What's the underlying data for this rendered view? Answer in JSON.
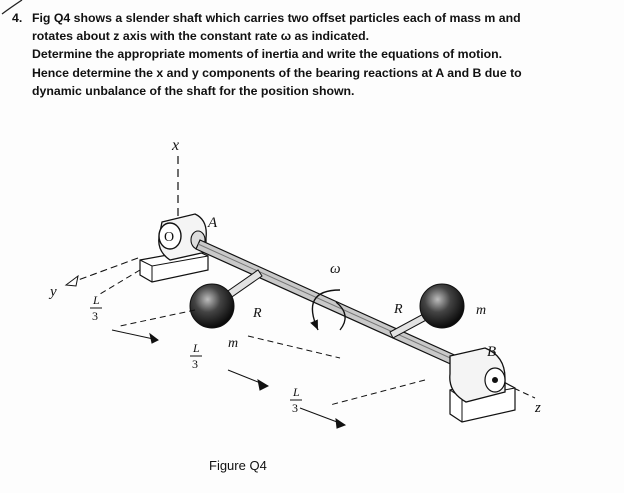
{
  "question": {
    "number": "4.",
    "lines": [
      "Fig Q4 shows a slender shaft which carries two offset particles each of mass m and",
      "rotates about z axis with the constant rate ω as indicated.",
      "Determine the appropriate moments of inertia and write the equations of motion.",
      "Hence determine the x and y components of the bearing reactions at A and B due to",
      "dynamic unbalance of the shaft for the position shown."
    ]
  },
  "figure": {
    "caption": "Figure Q4",
    "labels": {
      "x_axis": "x",
      "y_axis": "y",
      "z_axis": "z",
      "origin": "O",
      "bearing_a": "A",
      "bearing_b": "B",
      "omega": "ω",
      "radius_1": "R",
      "radius_2": "R",
      "mass_1": "m",
      "mass_2": "m",
      "len_num_1": "L",
      "len_den_1": "3",
      "len_num_2": "L",
      "len_den_2": "3",
      "len_num_3": "L",
      "len_den_3": "3"
    }
  }
}
